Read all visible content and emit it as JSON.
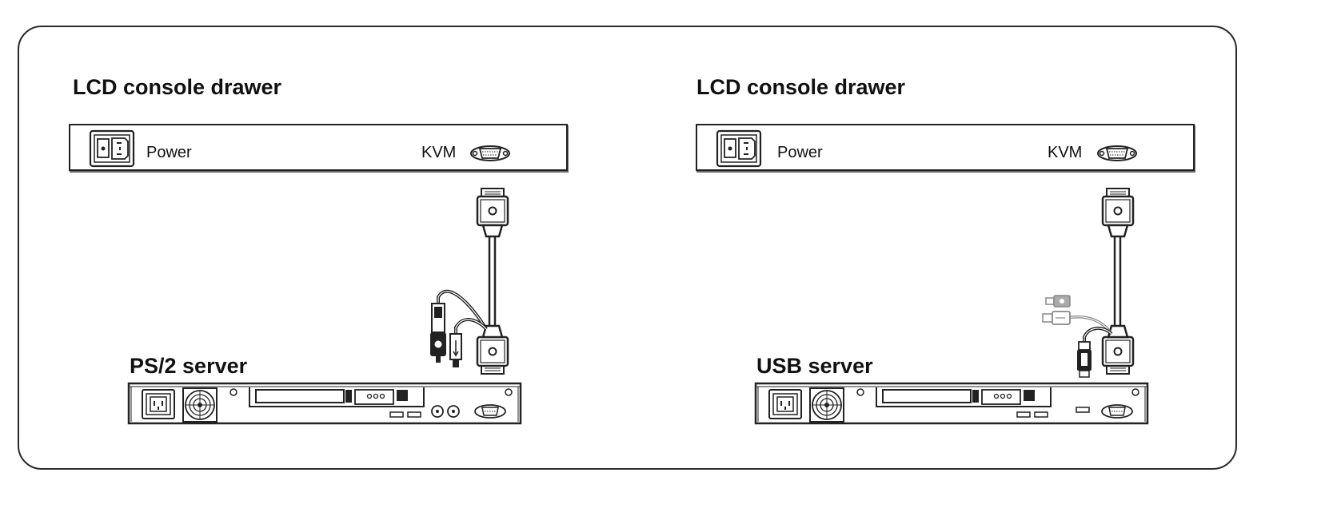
{
  "panels": [
    {
      "drawer_title": "LCD console drawer",
      "power_label": "Power",
      "kvm_label": "KVM",
      "server_title": "PS/2 server",
      "cable_type": "ps2"
    },
    {
      "drawer_title": "LCD console drawer",
      "power_label": "Power",
      "kvm_label": "KVM",
      "server_title": "USB server",
      "cable_type": "usb"
    }
  ],
  "colors": {
    "line": "#222222",
    "frame": "#2a2a2a",
    "usb_connector": "#888888"
  },
  "icons": [
    "power-inlet-icon",
    "vga-port-icon",
    "vga-plug-icon",
    "ps2-plug-icon",
    "usb-plug-icon",
    "server-chassis-icon"
  ]
}
